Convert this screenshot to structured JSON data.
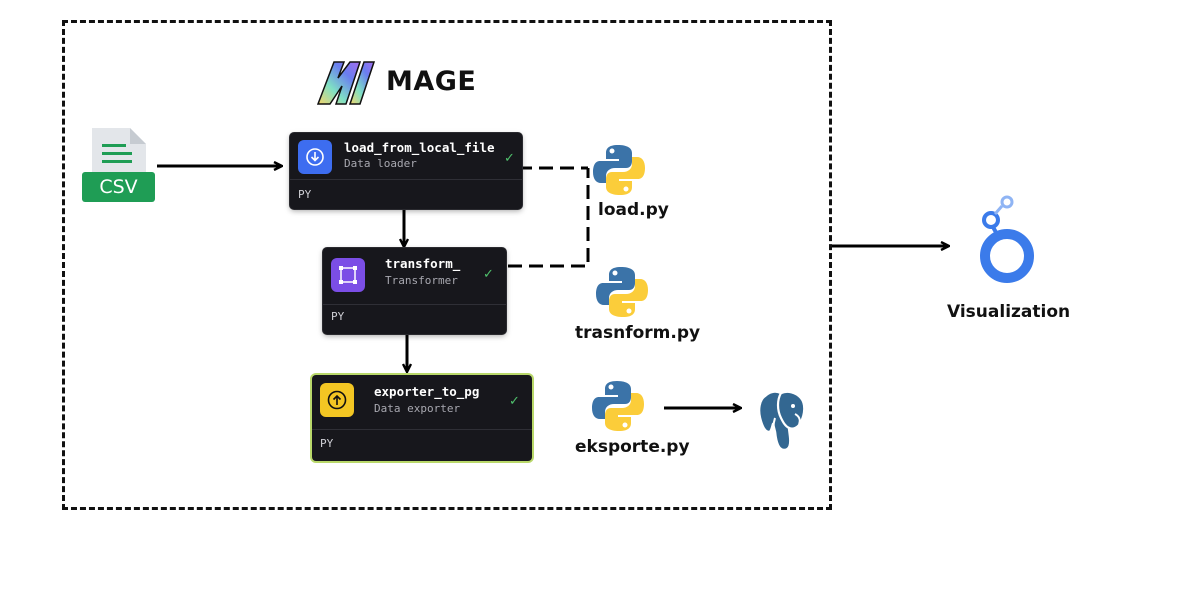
{
  "brand": {
    "name": "MAGE"
  },
  "csv_badge": "CSV",
  "blocks": {
    "loader": {
      "name": "load_from_local_file",
      "type": "Data loader",
      "lang": "PY",
      "color": "#3d6df0"
    },
    "transformer": {
      "name": "transform_",
      "type": "Transformer",
      "lang": "PY",
      "color": "#7b4ee6"
    },
    "exporter": {
      "name": "exporter_to_pg",
      "type": "Data exporter",
      "lang": "PY",
      "color": "#f3c623"
    }
  },
  "scripts": {
    "load": "load.py",
    "transform": "trasnform.py",
    "export": "eksporte.py"
  },
  "visualization": {
    "label": "Visualization"
  },
  "icons": [
    "csv-file-icon",
    "mage-logo-icon",
    "download-icon",
    "transform-icon",
    "upload-icon",
    "python-icon",
    "postgresql-icon",
    "looker-studio-icon"
  ]
}
